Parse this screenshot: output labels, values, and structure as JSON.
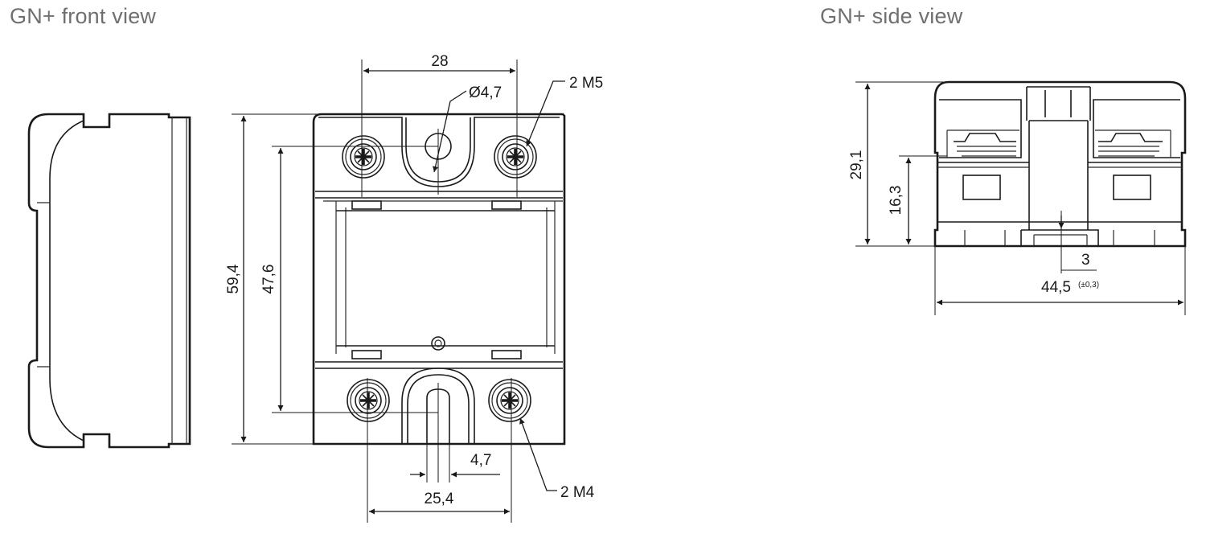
{
  "titles": {
    "front": "GN+ front view",
    "side": "GN+ side view"
  },
  "front_dimensions": {
    "top_screw_spacing": "28",
    "mount_hole_diameter": "Ø4,7",
    "top_screws": "2 M5",
    "overall_height": "59,4",
    "mount_hole_spacing": "47,6",
    "slot_width": "4,7",
    "bottom_screw_spacing": "25,4",
    "bottom_screws": "2 M4"
  },
  "side_dimensions": {
    "overall_height": "29,1",
    "terminal_height": "16,3",
    "base_offset": "3",
    "overall_width": "44,5",
    "width_tolerance": "(±0,3)"
  }
}
